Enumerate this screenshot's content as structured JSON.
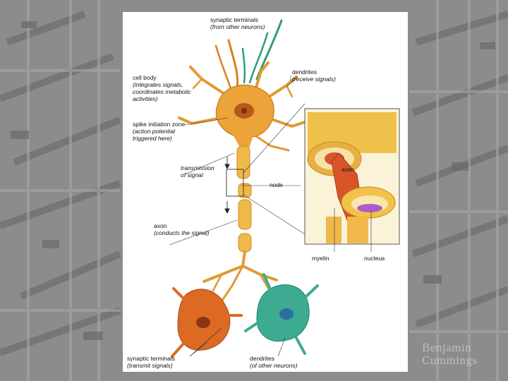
{
  "labels": {
    "synaptic_terminals_top": {
      "title": "synaptic terminals",
      "sub": "(from other neurons)"
    },
    "dendrites_top": {
      "title": "dendrites",
      "sub": "(receive signals)"
    },
    "cell_body": {
      "title": "cell body",
      "sub1": "(integrates signals,",
      "sub2": "coordinates metabolic",
      "sub3": "activities)"
    },
    "spike_zone": {
      "title": "spike initiation zone",
      "sub1": "(action potential",
      "sub2": "triggered here)"
    },
    "transmission": {
      "line1": "transmission",
      "line2": "of signal"
    },
    "node": "node",
    "axon": {
      "title": "axon",
      "sub": "(conducts the signal)"
    },
    "inset_axon": "axon",
    "myelin": "myelin",
    "nucleus": "nucleus",
    "synaptic_terminals_bottom": {
      "title": "synaptic terminals",
      "sub": "(transmit signals)"
    },
    "dendrites_bottom": {
      "title": "dendrites",
      "sub": "(of other neurons)"
    }
  },
  "watermark": {
    "line1": "Benjamin",
    "line2": "Cummings"
  },
  "colors": {
    "background": "#8a8a8a",
    "neuron_orange": "#e8a53a",
    "neuron_dark": "#c7641c",
    "target_cell_red": "#d8641e",
    "target_cell_teal": "#3aa98f",
    "myelin_yellow": "#f2c24a",
    "axon_red": "#d8552a"
  }
}
